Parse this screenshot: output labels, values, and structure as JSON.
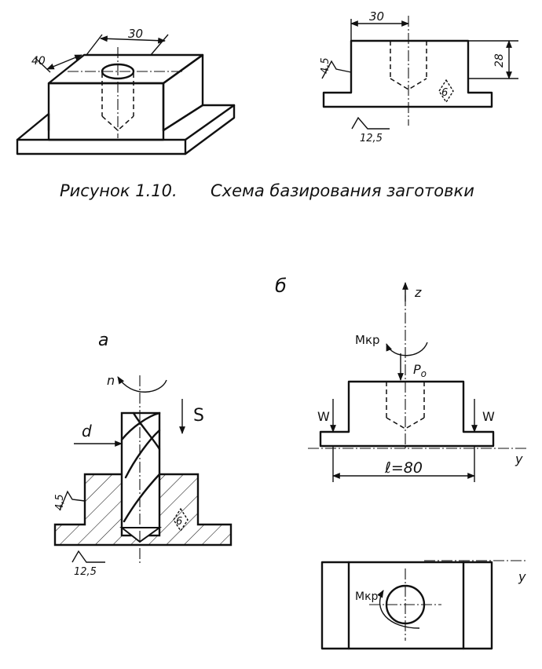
{
  "figure": {
    "caption_number": "Рисунок 1.10.",
    "caption_text": "Схема базирования заготовки"
  },
  "iso_view": {
    "dim_width": "30",
    "dim_depth": "40"
  },
  "front_view": {
    "dim_hole": "30",
    "dim_height": "28",
    "rough_side": "4,5",
    "rough_base": "12,5",
    "tolerance": "6"
  },
  "view_a": {
    "label": "а",
    "rotation": "n",
    "feed": "S",
    "diameter": "d",
    "rough_side": "4,5",
    "rough_base": "12,5",
    "tolerance": "6"
  },
  "view_b": {
    "label": "б",
    "axis_z": "z",
    "axis_y": "y",
    "moment": "Мкр",
    "force": "P",
    "force_sub": "o",
    "clamp_left": "W",
    "clamp_right": "W",
    "span": "ℓ=80"
  },
  "plan_view": {
    "axis_y": "y",
    "moment": "Мкр"
  }
}
